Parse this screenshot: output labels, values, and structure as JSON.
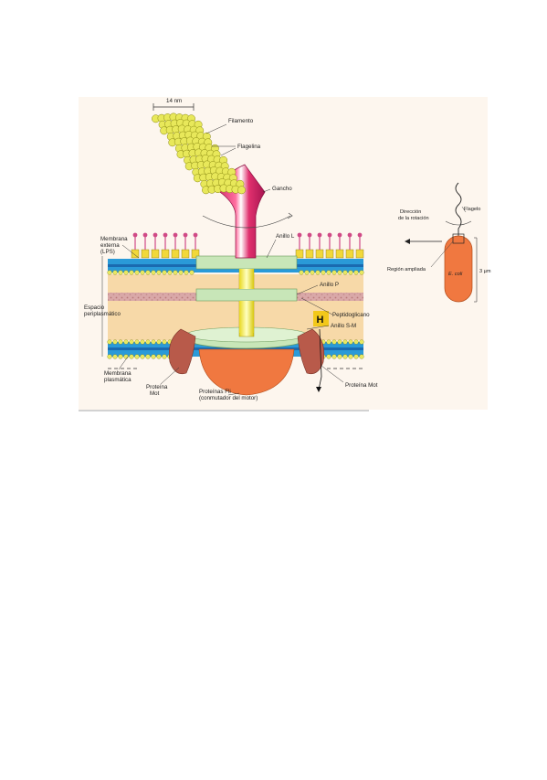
{
  "labels": {
    "scale_14nm": "14 nm",
    "filamento": "Filamento",
    "flagelina": "Flagelina",
    "gancho": "Gancho",
    "anillo_l": "Anillo L",
    "membrana_externa_1": "Membrana",
    "membrana_externa_2": "externa",
    "membrana_externa_3": "(LPS)",
    "anillo_p": "Anillo P",
    "peptidoglicano": "Peptidoglicano",
    "espacio_1": "Espacio",
    "espacio_2": "periplasmático",
    "anillo_sm": "Anillo S-M",
    "h_marker": "H",
    "membrana_plasmatica_1": "Membrana",
    "membrana_plasmatica_2": "plasmática",
    "proteina_mot_left_1": "Proteína",
    "proteina_mot_left_2": "Mot",
    "proteinas_fli_1": "Proteínas Fli",
    "proteinas_fli_2": "(conmutador del motor)",
    "proteina_mot_right": "Proteína Mot",
    "direccion_1": "Dirección",
    "direccion_2": "de la rotación",
    "flagelo": "Flagelo",
    "region_ampliada": "Región ampliada",
    "e_coli": "E. coli",
    "three_um": "3 µm"
  },
  "colors": {
    "filament": "#e8e85a",
    "hook": "#e0306e",
    "lps_head": "#f2d83a",
    "lps_stalk": "#d04a86",
    "membrane_blue": "#2a9ad8",
    "membrane_head": "#e8e860",
    "periplasm": "#f7d9a8",
    "peptidoglycan": "#d9a8a8",
    "ring_green": "#c8e6b8",
    "fli_orange": "#f07840",
    "mot_brown": "#b85a4a",
    "h_box": "#f2c81a",
    "ecoli": "#f07840"
  }
}
